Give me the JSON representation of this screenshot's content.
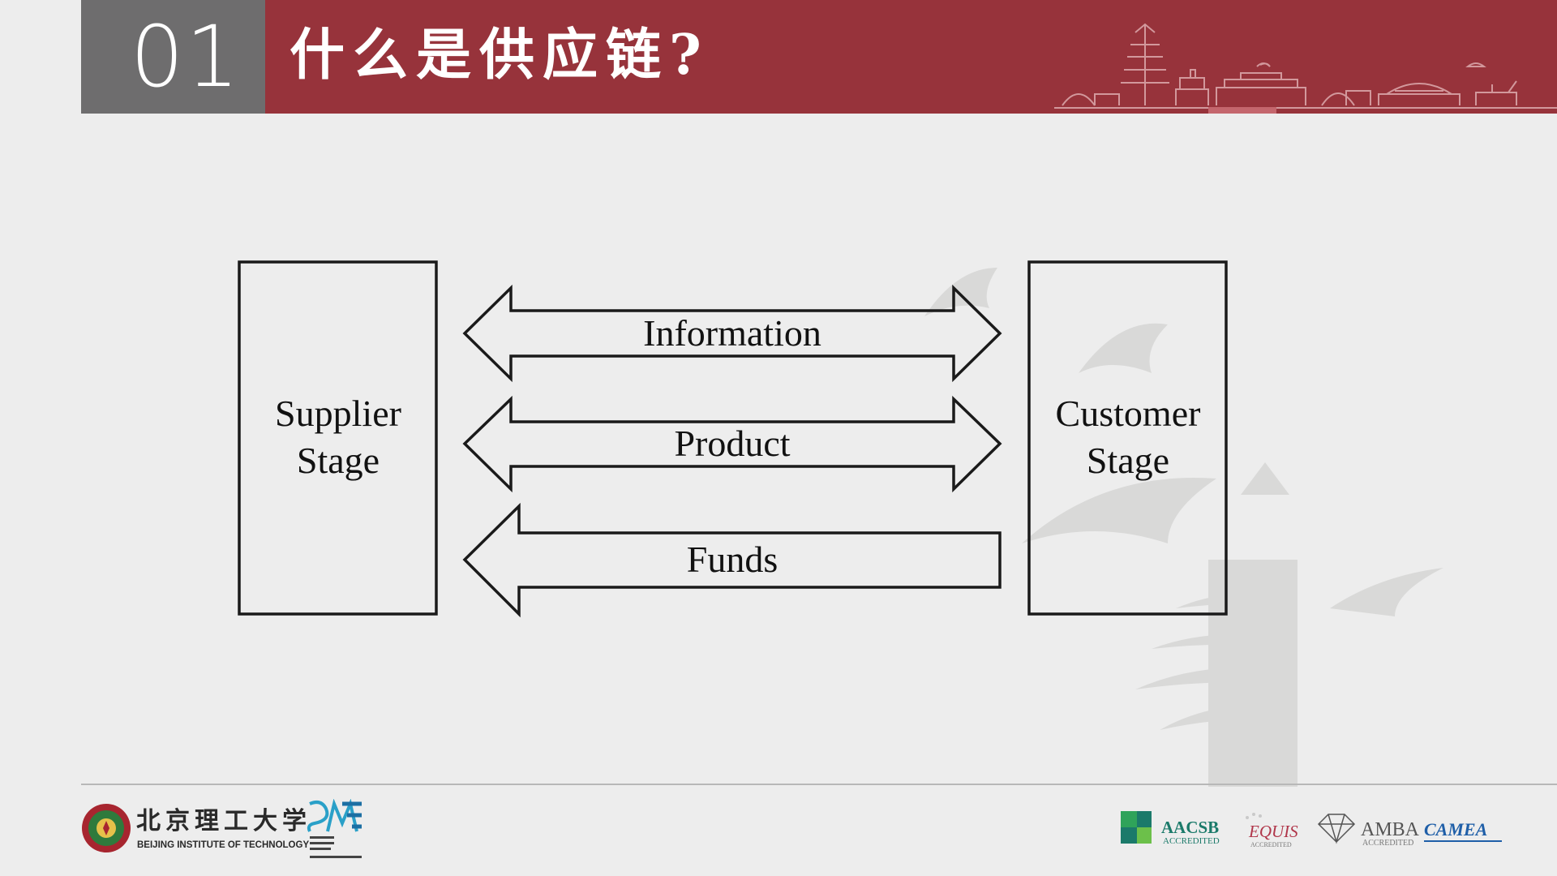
{
  "header": {
    "section_number": "01",
    "title": "什么是供应链?"
  },
  "diagram": {
    "left_stage": [
      "Supplier",
      "Stage"
    ],
    "right_stage": [
      "Customer",
      "Stage"
    ],
    "flows": [
      {
        "label": "Information",
        "direction": "both"
      },
      {
        "label": "Product",
        "direction": "both"
      },
      {
        "label": "Funds",
        "direction": "left"
      }
    ]
  },
  "footer": {
    "university_cn": "北京理工大学",
    "university_en": "BEIJING INSTITUTE OF TECHNOLOGY",
    "accreditations": [
      {
        "name": "AACSB",
        "sub": "ACCREDITED",
        "color": "#1b7a6a"
      },
      {
        "name": "EQUIS",
        "sub": "ACCREDITED",
        "color": "#b0364a"
      },
      {
        "name": "AMBA",
        "sub": "ACCREDITED",
        "color": "#555555"
      },
      {
        "name": "CAMEA",
        "sub": "",
        "color": "#1f5fa8"
      }
    ]
  },
  "colors": {
    "header_red": "#97333b",
    "header_gray": "#6e6d6e",
    "background": "#ededed"
  }
}
